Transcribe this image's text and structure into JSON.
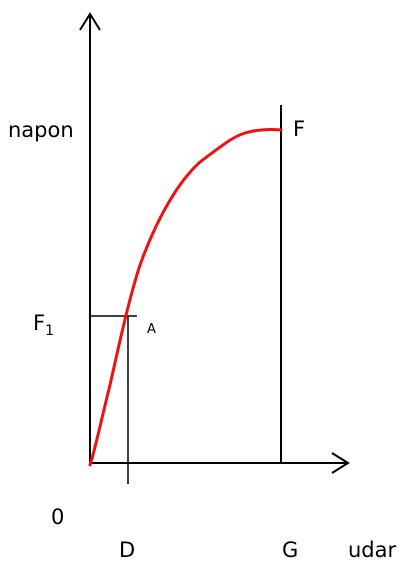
{
  "labels": {
    "y_axis": "napon",
    "x_axis": "udar",
    "origin": "0",
    "point_f": "F",
    "point_f1_main": "F",
    "point_f1_sub": "1",
    "point_a": "A",
    "point_d": "D",
    "point_g": "G"
  },
  "colors": {
    "curve": "#ee1111",
    "lines": "#000000"
  }
}
